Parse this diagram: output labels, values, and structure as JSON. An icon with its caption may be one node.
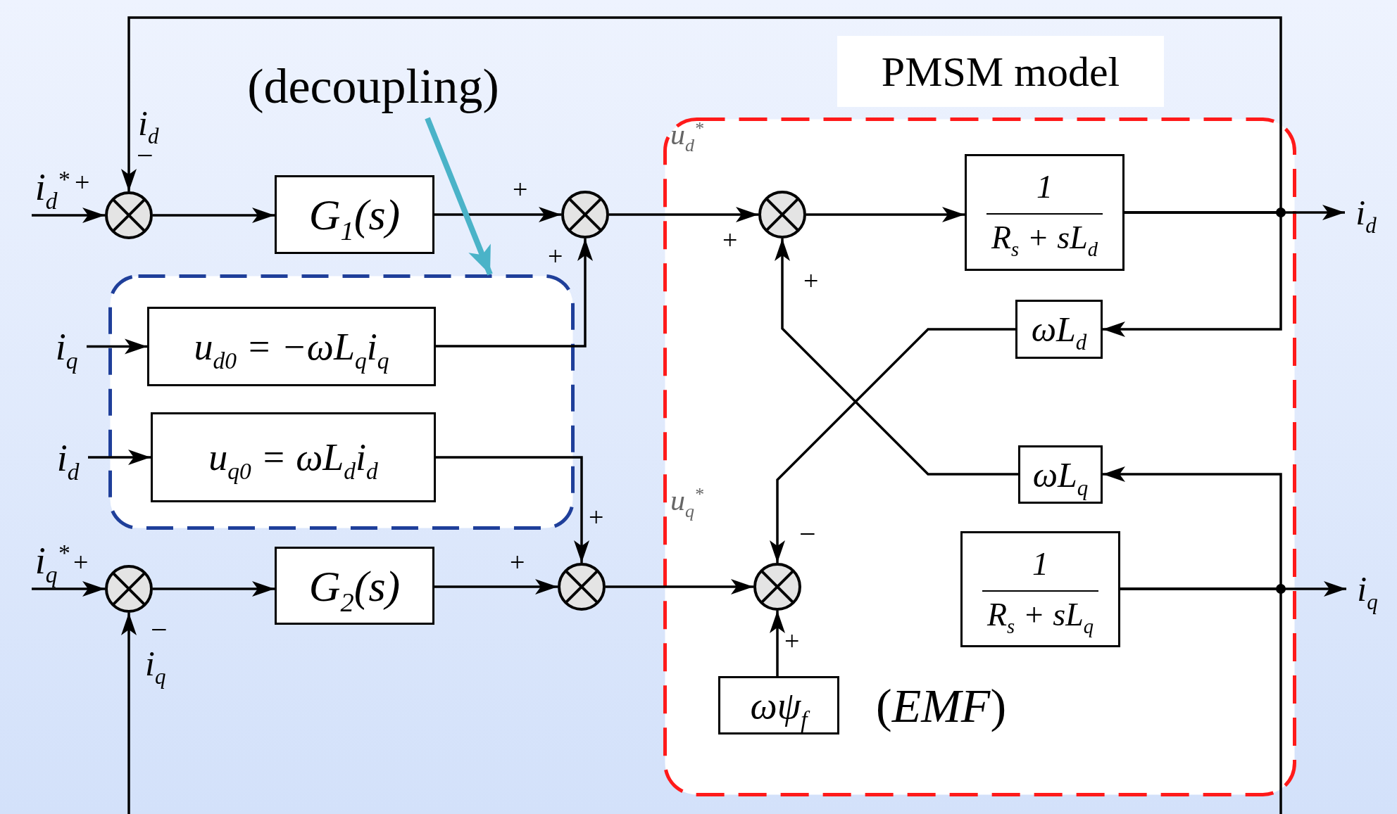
{
  "diagram": {
    "nodes": [
      {
        "text": [
          "i$_{d}$$^{*}$"
        ]
      },
      {
        "text": [],
        "shape": "circle"
      },
      {
        "text": [
          "G$_{1}$(s)"
        ]
      },
      {
        "text": [
          "(decoupling)"
        ]
      },
      {
        "text": [],
        "shape": "box"
      },
      {
        "text": [
          "i$_{q}$"
        ]
      },
      {
        "text": [
          "u$_{d0}$ = −ωL$_{q}$i$_{q}$"
        ],
        "in": 4
      },
      {
        "text": [
          "i$_{d}$"
        ]
      },
      {
        "text": [
          "u$_{q0}$ = ωL$_{d}$i$_{d}$"
        ],
        "in": 4
      },
      {
        "text": [],
        "shape": "circle"
      },
      {
        "text": [
          "PMSM model"
        ]
      },
      {
        "text": [],
        "shape": "circle",
        "in": 10
      },
      {
        "text": [
          "1",
          "R$_{s}$ + sL$_{d}$"
        ],
        "in": 10
      },
      {
        "text": [
          "ωL$_{d}$"
        ],
        "in": 10
      },
      {
        "text": [
          "ωL$_{q}$"
        ],
        "in": 10
      },
      {
        "text": [],
        "shape": "circle",
        "in": 10
      },
      {
        "text": [
          "1",
          "R$_{s}$ + sL$_{q}$"
        ],
        "in": 10
      },
      {
        "text": [
          "ωψ$_{f}$"
        ],
        "in": 10,
        "beside": [
          "(*EMF*)"
        ]
      },
      {
        "text": [
          "i$_{d}$"
        ]
      },
      {
        "text": [
          "i$_{q}$"
        ]
      },
      {
        "text": [
          "i$_{q}$$^{*}$"
        ]
      },
      {
        "text": [],
        "shape": "circle"
      },
      {
        "text": [
          "G$_{2}$(s)"
        ]
      },
      {
        "text": [],
        "shape": "circle"
      }
    ],
    "edges": [
      {
        "from": 0,
        "to": 1,
        "arrow": "to"
      },
      {
        "from": 1,
        "to": 2,
        "arrow": "to"
      },
      {
        "from": 2,
        "to": 9,
        "arrow": "to"
      },
      {
        "from": 9,
        "to": 11,
        "arrow": "to"
      },
      {
        "from": 11,
        "to": 12,
        "arrow": "to"
      },
      {
        "from": 12,
        "to": 18,
        "arrow": "to"
      },
      {
        "from": 12,
        "to": 13,
        "arrow": "to"
      },
      {
        "from": 12,
        "to": 1,
        "arrow": "to"
      },
      {
        "from": 13,
        "to": 15,
        "arrow": "to"
      },
      {
        "from": 14,
        "to": 11,
        "arrow": "to"
      },
      {
        "from": 16,
        "to": 19,
        "arrow": "to"
      },
      {
        "from": 16,
        "to": 14,
        "arrow": "to"
      },
      {
        "from": 16,
        "to": 21,
        "arrow": "to"
      },
      {
        "from": 17,
        "to": 15,
        "arrow": "to"
      },
      {
        "from": 5,
        "to": 6,
        "arrow": "to"
      },
      {
        "from": 7,
        "to": 8,
        "arrow": "to"
      },
      {
        "from": 6,
        "to": 9,
        "arrow": "to"
      },
      {
        "from": 8,
        "to": 23,
        "arrow": "to"
      },
      {
        "from": 20,
        "to": 21,
        "arrow": "to"
      },
      {
        "from": 21,
        "to": 22,
        "arrow": "to"
      },
      {
        "from": 22,
        "to": 23,
        "arrow": "to"
      },
      {
        "from": 23,
        "to": 15,
        "arrow": "to"
      },
      {
        "from": 3,
        "to": 4,
        "arrow": "to",
        "style": "thick",
        "color": "#4ab3c8"
      }
    ],
    "labels": [
      "i$_{d}$",
      "−",
      "+",
      "+",
      "+",
      "u$_{d}$$^{*}$",
      "+",
      "+",
      "u$_{q}$$^{*}$",
      "−",
      "+",
      "+",
      "+",
      "−",
      "i$_{q}$",
      "+"
    ]
  }
}
